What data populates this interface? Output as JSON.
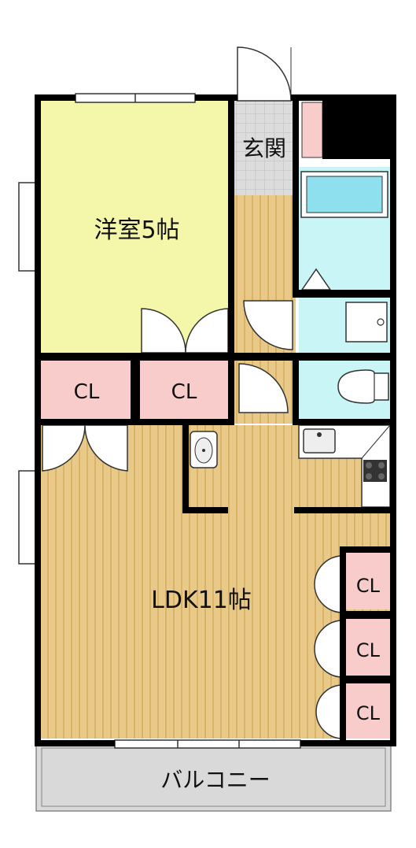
{
  "rooms": {
    "western_room": "洋室5帖",
    "genkan": "玄関",
    "ldk": "LDK11帖",
    "balcony": "バルコニー"
  },
  "closets": {
    "cl1": "CL",
    "cl2": "CL",
    "cl3": "CL",
    "cl4": "CL",
    "cl5": "CL"
  },
  "colors": {
    "western_room_fill": "#f4f6a9",
    "floor_fill": "#e8c987",
    "floor_stripe": "#dab36a",
    "closet_fill": "#f7cccb",
    "wet_area_fill": "#c9f5f7",
    "genkan_fill": "#dcdcdc",
    "balcony_fill": "#d9d9d9",
    "wall": "#000000"
  }
}
